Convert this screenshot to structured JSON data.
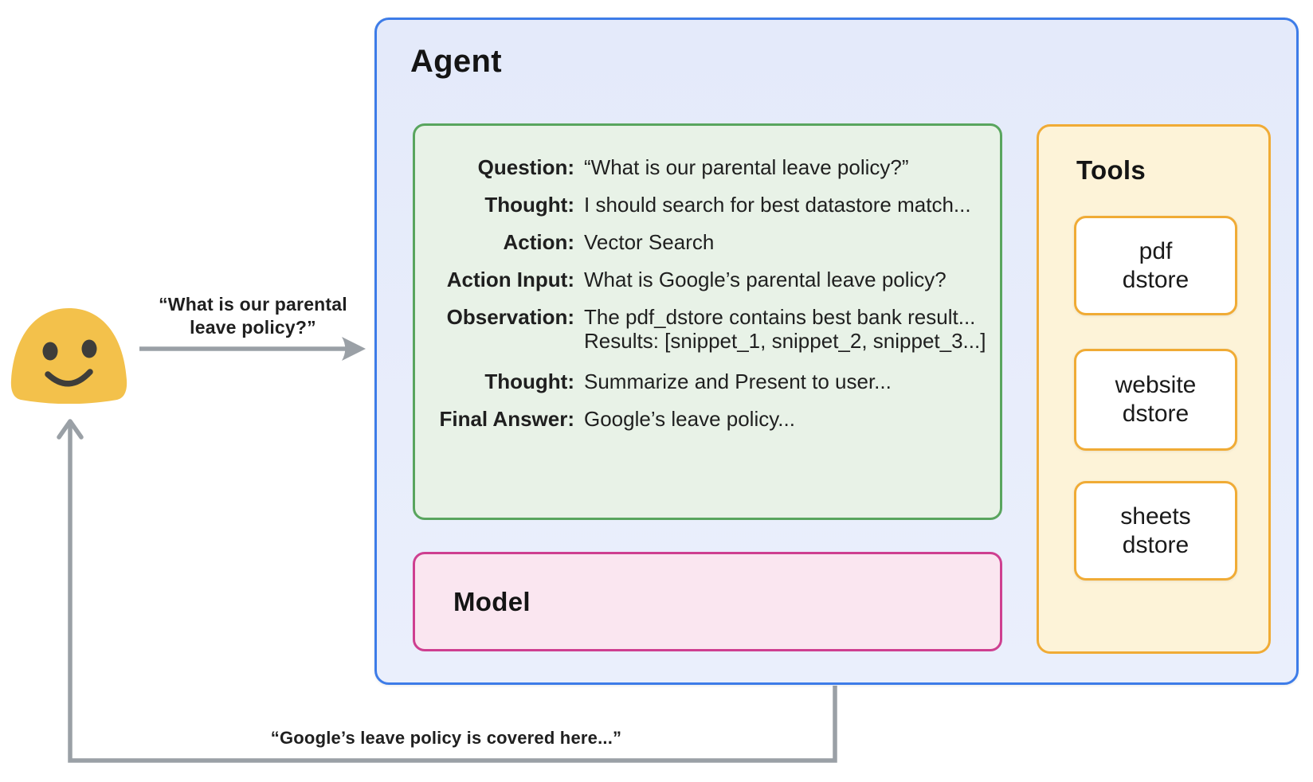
{
  "user_query": {
    "line1": "“What is our parental",
    "line2": "leave policy?”"
  },
  "agent": {
    "title": "Agent"
  },
  "trace": {
    "rows": [
      {
        "label": "Question:",
        "value": "“What is our parental leave policy?”"
      },
      {
        "label": "Thought:",
        "value": "I should search for best datastore match..."
      },
      {
        "label": "Action:",
        "value": "Vector Search"
      },
      {
        "label": "Action Input:",
        "value": "What is Google’s parental leave policy?"
      },
      {
        "label": "Observation:",
        "value": "The pdf_dstore contains best bank result...",
        "value2": "Results: [snippet_1, snippet_2, snippet_3...]"
      },
      {
        "label": "Thought:",
        "value": "Summarize and Present to user..."
      },
      {
        "label": "Final Answer:",
        "value": "Google’s leave policy..."
      }
    ]
  },
  "model": {
    "title": "Model"
  },
  "tools": {
    "title": "Tools",
    "items": [
      {
        "line1": "pdf",
        "line2": "dstore"
      },
      {
        "line1": "website",
        "line2": "dstore"
      },
      {
        "line1": "sheets",
        "line2": "dstore"
      }
    ]
  },
  "response": {
    "label": "“Google’s leave policy is covered here...”"
  },
  "colors": {
    "agent_border": "#3d7ce8",
    "agent_fill": "#e7ecfb",
    "trace_border": "#59a55e",
    "trace_fill": "#e8f2e7",
    "model_border": "#ce3f90",
    "model_fill": "#fae6f0",
    "tools_border": "#f0ab35",
    "tools_fill": "#fdf3d8",
    "tool_item_fill": "#ffffff",
    "arrow_gray": "#9aa0a6",
    "dotted_gray": "#8d9196",
    "emoji_yellow": "#f3c14b",
    "emoji_features": "#3e3d3a"
  }
}
